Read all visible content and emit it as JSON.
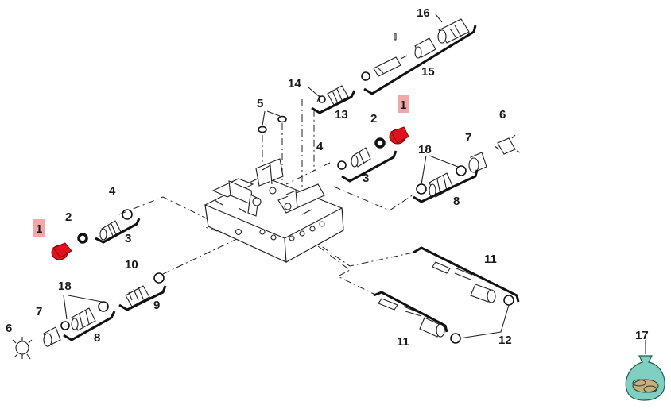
{
  "diagram": {
    "callouts": [
      {
        "id": "c1a",
        "text": "1",
        "highlighted": true
      },
      {
        "id": "c1b",
        "text": "1",
        "highlighted": true
      },
      {
        "id": "c2a",
        "text": "2"
      },
      {
        "id": "c2b",
        "text": "2"
      },
      {
        "id": "c3a",
        "text": "3"
      },
      {
        "id": "c3b",
        "text": "3"
      },
      {
        "id": "c4a",
        "text": "4"
      },
      {
        "id": "c4b",
        "text": "4"
      },
      {
        "id": "c5",
        "text": "5"
      },
      {
        "id": "c6a",
        "text": "6"
      },
      {
        "id": "c6b",
        "text": "6"
      },
      {
        "id": "c7a",
        "text": "7"
      },
      {
        "id": "c7b",
        "text": "7"
      },
      {
        "id": "c8a",
        "text": "8"
      },
      {
        "id": "c8b",
        "text": "8"
      },
      {
        "id": "c9",
        "text": "9"
      },
      {
        "id": "c10",
        "text": "10"
      },
      {
        "id": "c11a",
        "text": "11"
      },
      {
        "id": "c11b",
        "text": "11"
      },
      {
        "id": "c12",
        "text": "12"
      },
      {
        "id": "c13",
        "text": "13"
      },
      {
        "id": "c14",
        "text": "14"
      },
      {
        "id": "c15",
        "text": "15"
      },
      {
        "id": "c16",
        "text": "16"
      },
      {
        "id": "c17",
        "text": "17"
      },
      {
        "id": "c18a",
        "text": "18"
      },
      {
        "id": "c18b",
        "text": "18"
      }
    ],
    "colors": {
      "highlight": "#f2a7ab",
      "red_part": "#e0101c",
      "bag": "#7fd0c0",
      "line": "#222222"
    }
  }
}
